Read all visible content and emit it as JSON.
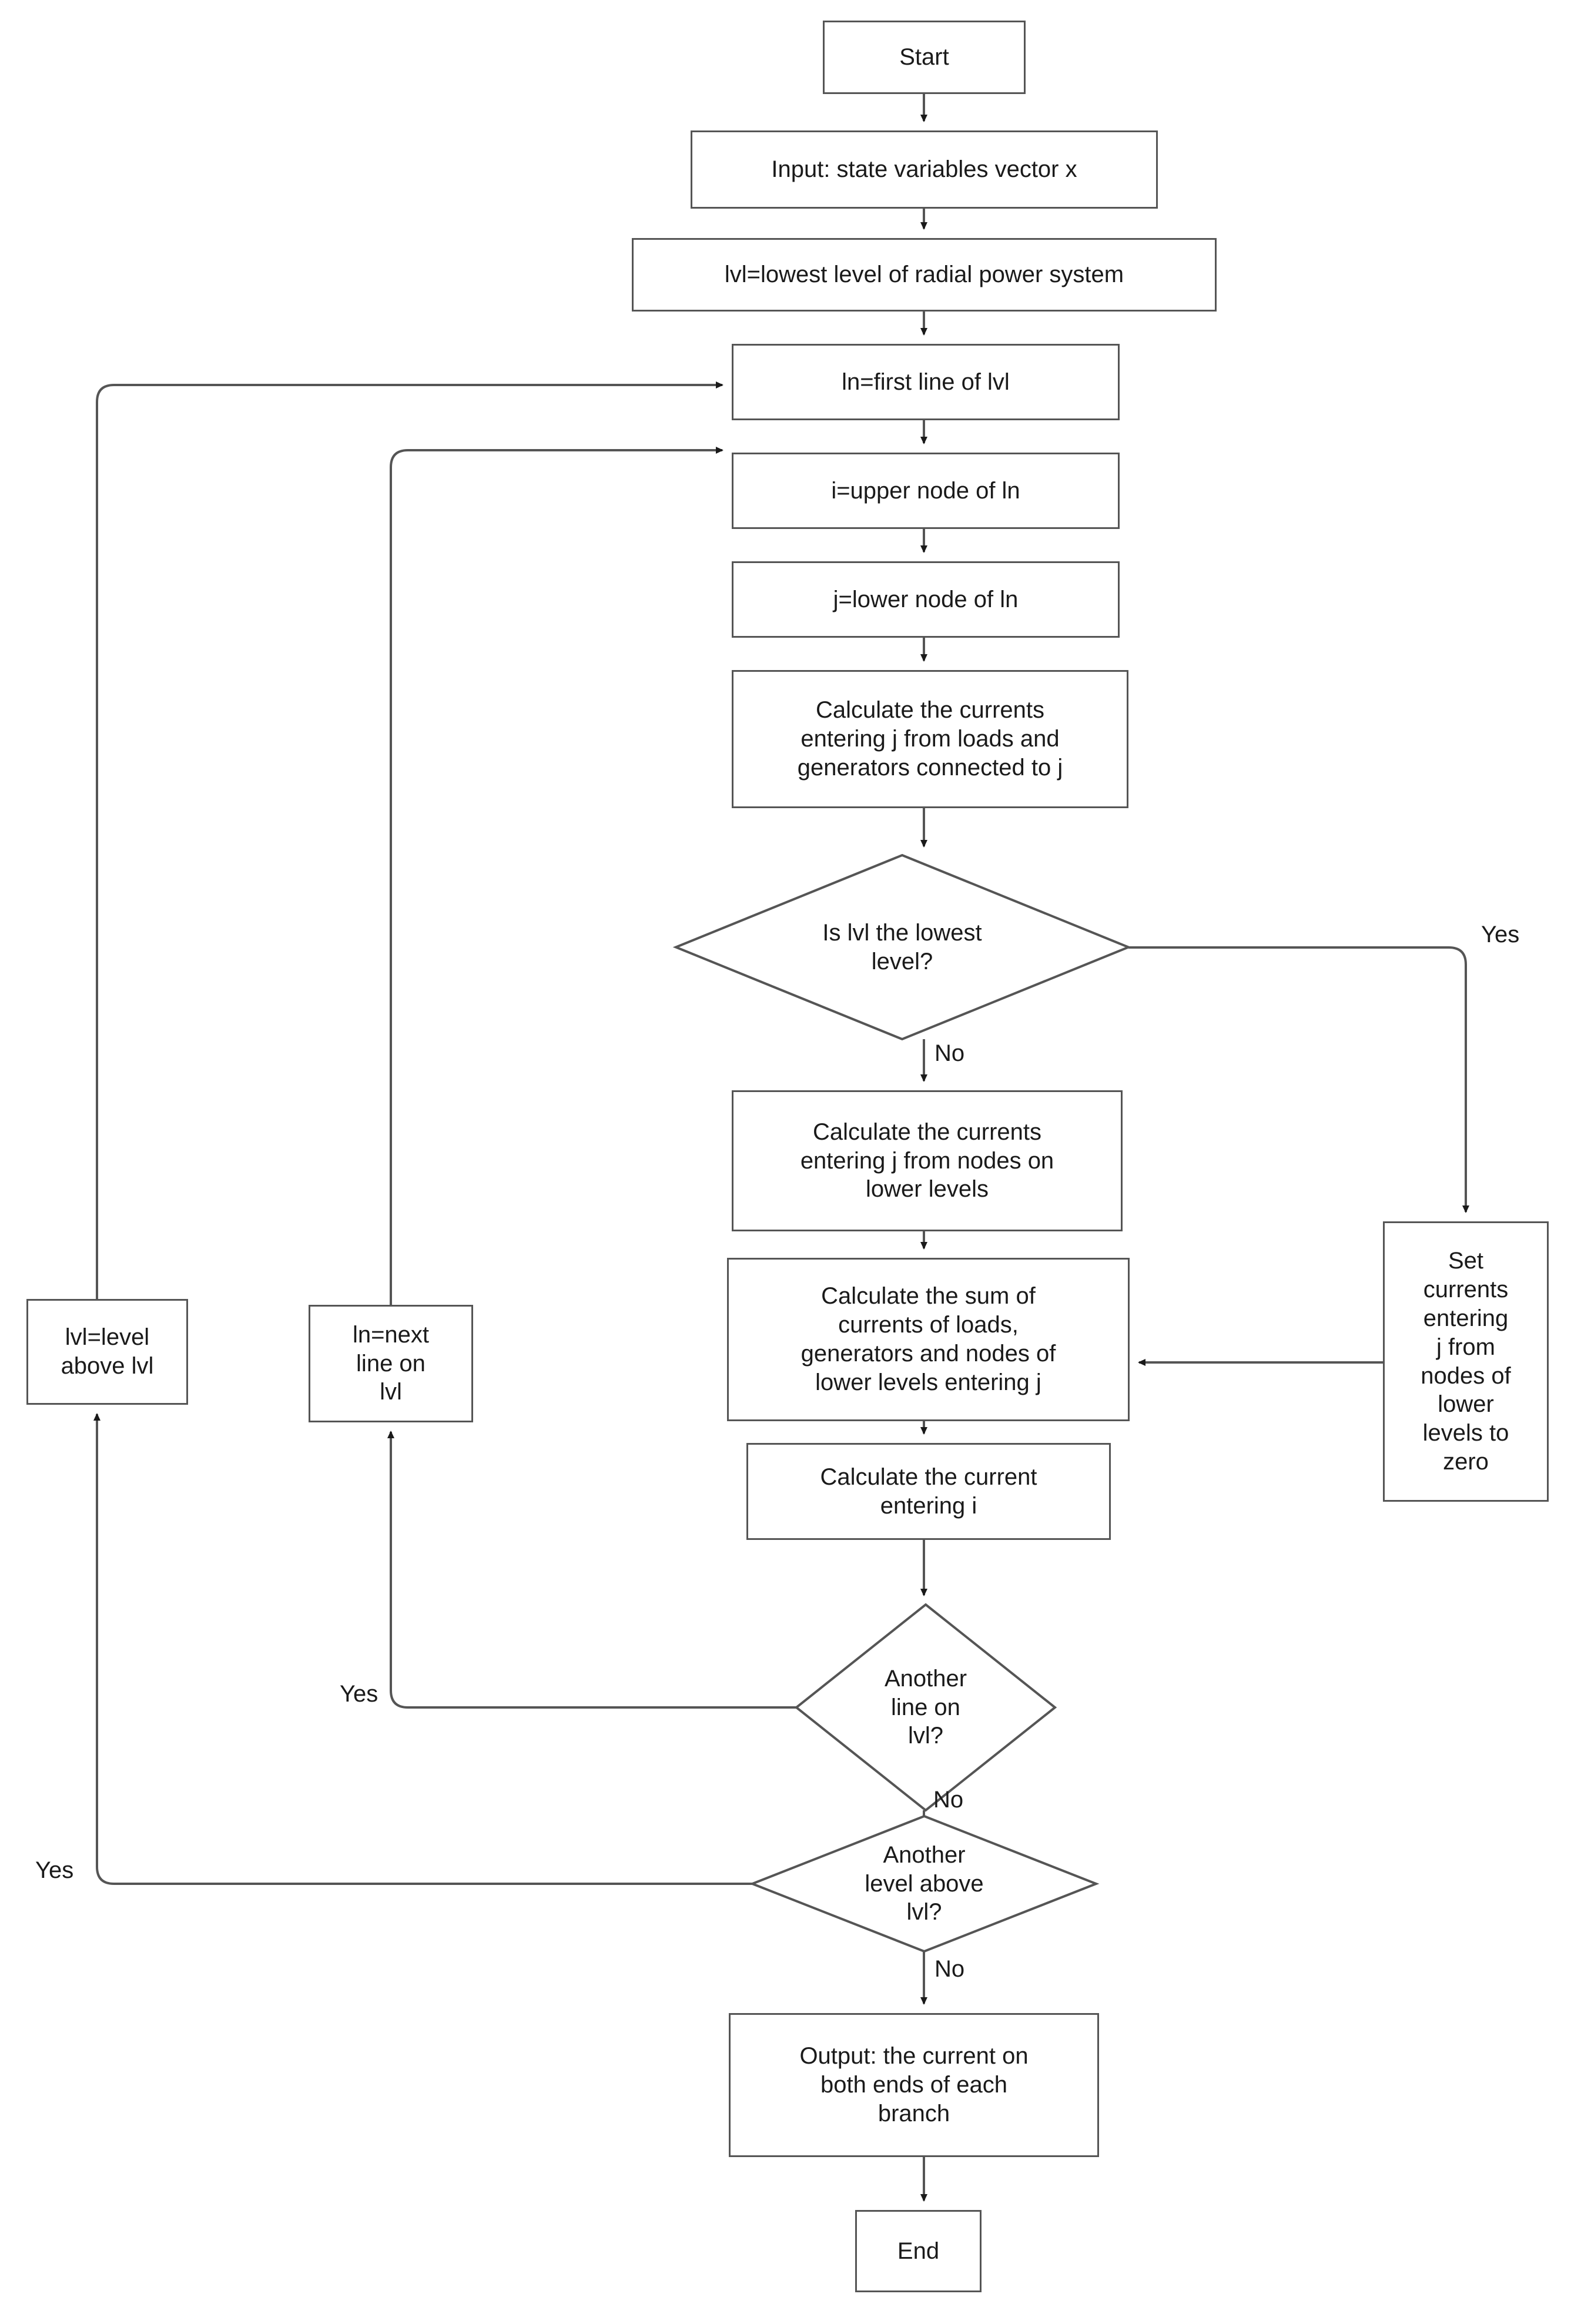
{
  "diagram": {
    "title": "Radial power system branch current calculation flowchart",
    "stroke_color": "#555555",
    "text_color": "#1a1a1a",
    "background": "#ffffff"
  },
  "nodes": {
    "start": {
      "label": "Start",
      "shape": "rectangle"
    },
    "input": {
      "label": "Input: state variables vector x",
      "shape": "rectangle"
    },
    "set_lvl": {
      "label": "lvl=lowest level of radial power system",
      "shape": "rectangle"
    },
    "first_line": {
      "label": "ln=first line of lvl",
      "shape": "rectangle"
    },
    "upper_node": {
      "label": "i=upper node of ln",
      "shape": "rectangle"
    },
    "lower_node": {
      "label": "j=lower node of ln",
      "shape": "rectangle"
    },
    "calc_loads": {
      "label": "Calculate the currents\nentering j from loads and\ngenerators connected to j",
      "shape": "rectangle"
    },
    "is_lowest": {
      "label": "Is lvl the lowest\nlevel?",
      "shape": "diamond"
    },
    "calc_lower": {
      "label": "Calculate the currents\nentering j from nodes on\nlower levels",
      "shape": "rectangle"
    },
    "calc_sum": {
      "label": "Calculate the sum of\ncurrents of loads,\ngenerators and nodes of\nlower levels entering j",
      "shape": "rectangle"
    },
    "calc_entering_i": {
      "label": "Calculate the current\nentering i",
      "shape": "rectangle"
    },
    "set_zero": {
      "label": "Set\ncurrents\nentering\nj from\nnodes of\nlower\nlevels to\nzero",
      "shape": "rectangle"
    },
    "another_line": {
      "label": "Another\nline on\nlvl?",
      "shape": "diamond"
    },
    "another_level": {
      "label": "Another\nlevel above\nlvl?",
      "shape": "diamond"
    },
    "next_line": {
      "label": "ln=next\nline on\nlvl",
      "shape": "rectangle"
    },
    "level_above": {
      "label": "lvl=level\nabove lvl",
      "shape": "rectangle"
    },
    "output": {
      "label": "Output: the current on\nboth ends of each\nbranch",
      "shape": "rectangle"
    },
    "end": {
      "label": "End",
      "shape": "rectangle"
    }
  },
  "edge_labels": {
    "is_lowest_yes": "Yes",
    "is_lowest_no": "No",
    "another_line_yes": "Yes",
    "another_line_no": "No",
    "another_level_yes": "Yes",
    "another_level_no": "No"
  }
}
